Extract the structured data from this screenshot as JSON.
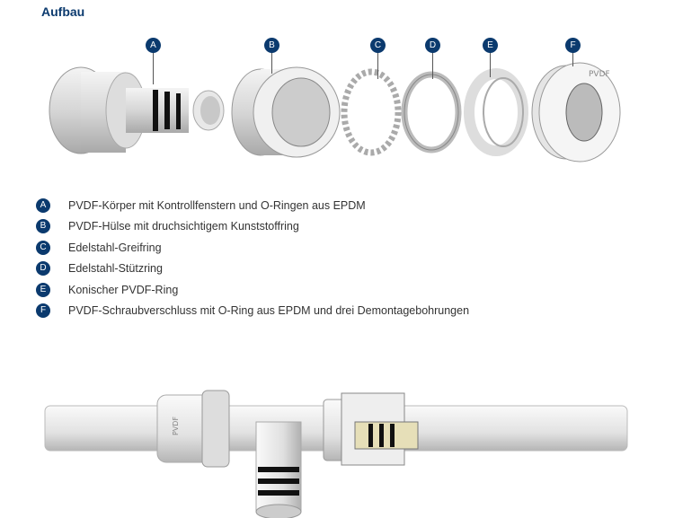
{
  "title": "Aufbau",
  "parts": [
    {
      "letter": "A",
      "label": "PVDF-Körper mit Kontrollfenstern und O-Ringen aus EPDM"
    },
    {
      "letter": "B",
      "label": "PVDF-Hülse mit druchsichtigem Kunststoffring"
    },
    {
      "letter": "C",
      "label": "Edelstahl-Greifring"
    },
    {
      "letter": "D",
      "label": "Edelstahl-Stützring"
    },
    {
      "letter": "E",
      "label": "Konischer PVDF-Ring"
    },
    {
      "letter": "F",
      "label": "PVDF-Schraubverschluss mit O-Ring aus EPDM und drei Demontagebohrungen"
    }
  ],
  "markings": {
    "material": "PVDF"
  },
  "colors": {
    "accent": "#0b3a6e"
  }
}
